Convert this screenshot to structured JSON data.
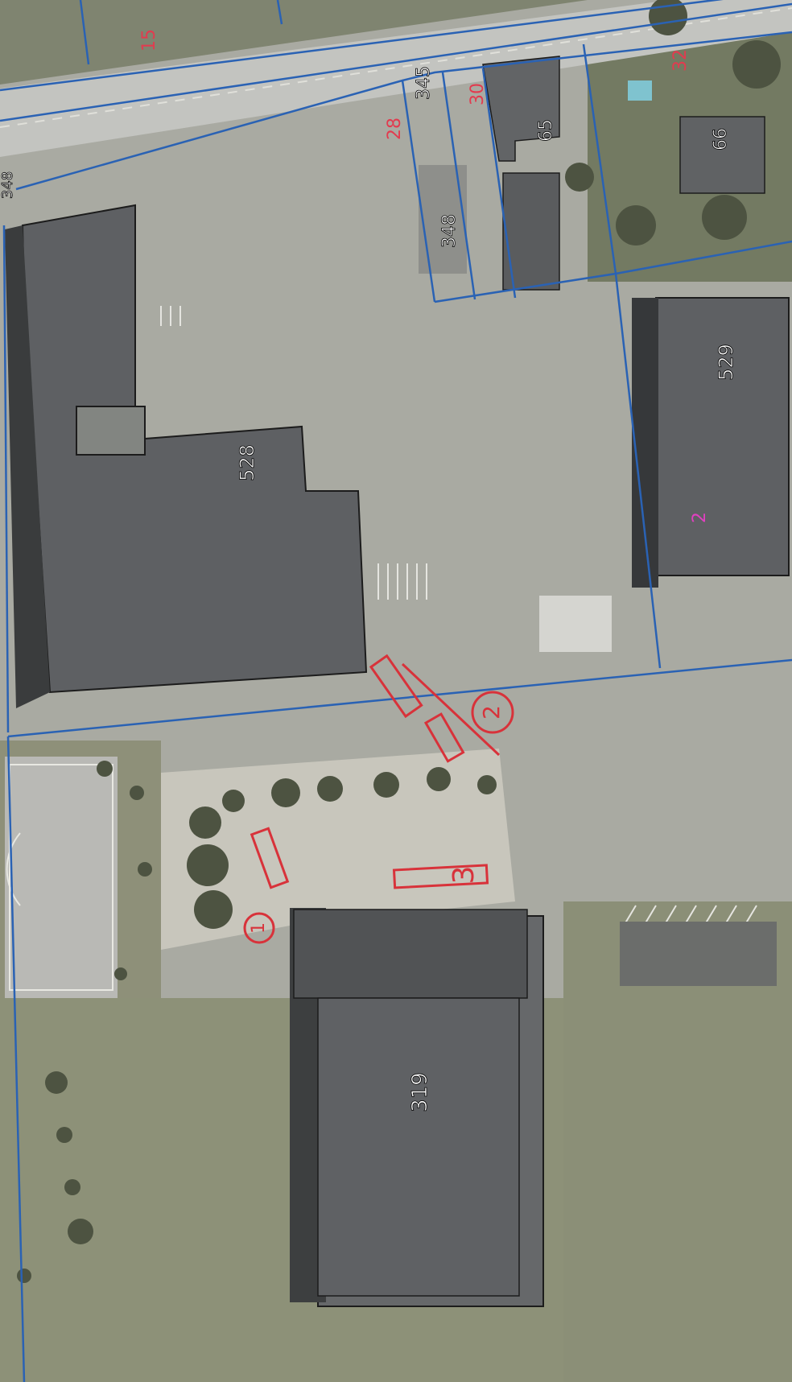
{
  "map": {
    "colors": {
      "parcel": "#2a62b4",
      "lot_number": "#e23b4f",
      "lot_number_pink": "#e040c0",
      "building_label": "#ffffff",
      "annotation": "#d8323a",
      "grass": "#8d9178",
      "pavement": "#b4b4b0",
      "roof": "#5e6063"
    },
    "building_labels": [
      {
        "id": "b528",
        "text": "528"
      },
      {
        "id": "b529",
        "text": "529"
      },
      {
        "id": "b319",
        "text": "319"
      },
      {
        "id": "b348",
        "text": "348"
      },
      {
        "id": "b65",
        "text": "65"
      },
      {
        "id": "b66",
        "text": "66"
      },
      {
        "id": "b345",
        "text": "345"
      },
      {
        "id": "bedge",
        "text": "348"
      }
    ],
    "lot_numbers": [
      {
        "id": "l15",
        "text": "15"
      },
      {
        "id": "l28",
        "text": "28"
      },
      {
        "id": "l30",
        "text": "30"
      },
      {
        "id": "l32",
        "text": "32"
      },
      {
        "id": "l2",
        "text": "2"
      }
    ],
    "annotations": [
      {
        "id": "a1",
        "text": "1"
      },
      {
        "id": "a2",
        "text": "2"
      },
      {
        "id": "a3",
        "text": "3"
      }
    ]
  }
}
